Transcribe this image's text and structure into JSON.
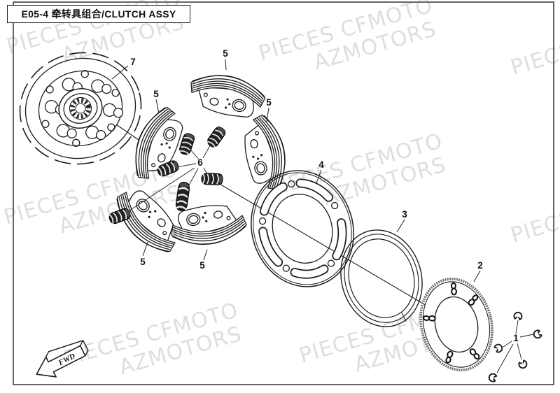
{
  "header": {
    "title": "E05-4  牵转具组合/CLUTCH ASSY"
  },
  "watermark": {
    "line1": "PIECES CFMOTO",
    "line2": "AZMOTORS"
  },
  "direction_marker": {
    "label": "FWD"
  },
  "callouts": {
    "part1": "1",
    "part2": "2",
    "part3": "3",
    "part4": "4",
    "part5": "5",
    "part6": "6",
    "part7": "7"
  },
  "colors": {
    "paper": "#ffffff",
    "line_art": "#1c1c1c",
    "frame": "#555555",
    "watermark": "#dedede"
  }
}
